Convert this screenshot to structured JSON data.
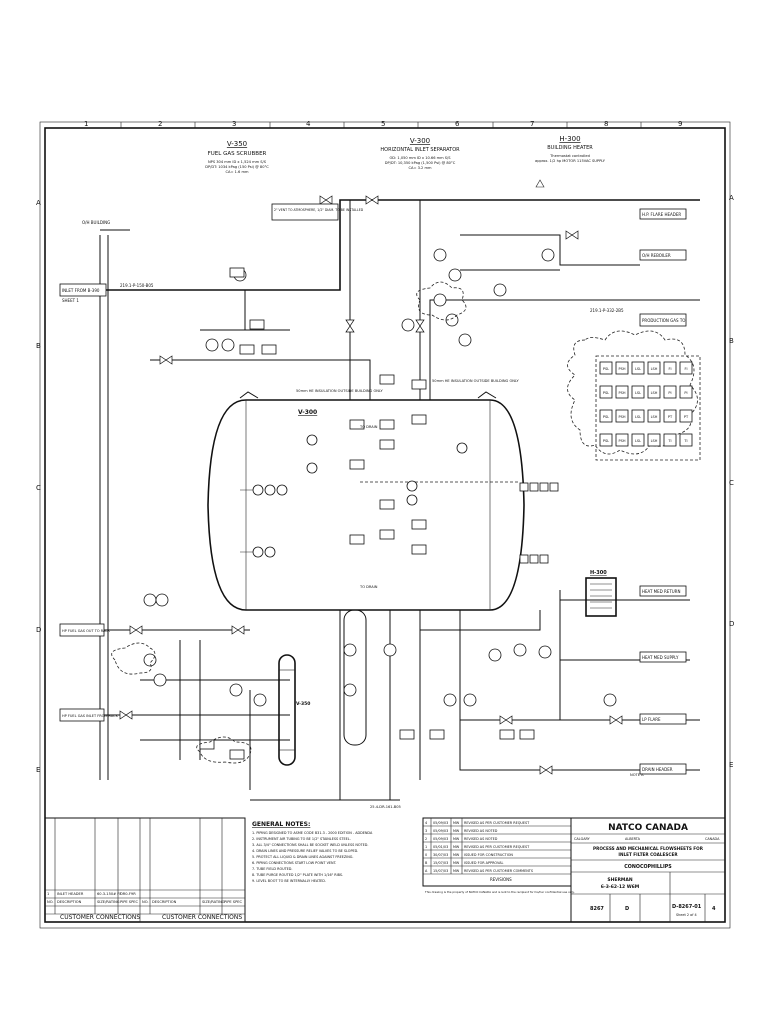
{
  "grid": {
    "columns": [
      "1",
      "2",
      "3",
      "4",
      "5",
      "6",
      "7",
      "8",
      "9"
    ],
    "rows": [
      "A",
      "B",
      "C",
      "D",
      "E"
    ]
  },
  "equipment": {
    "v350": {
      "tag": "V-350",
      "title": "FUEL GAS SCRUBBER",
      "spec1": "NPS 304 mm ID x 1,524 mm S/S",
      "spec2": "DP/DT: 1034 kPag (150 Psi) @ 80°C",
      "spec3": "CA= 1.6 mm"
    },
    "v300": {
      "tag": "V-300",
      "title": "HORIZONTAL INLET SEPARATOR",
      "spec1": "OD: 1,050 mm ID x 10.66 mm S/S",
      "spec2": "DP/DT: 10,350 kPag (1,500 Psi) @ 80°C",
      "spec3": "CA= 3.2 mm"
    },
    "h300": {
      "tag": "H-300",
      "title": "BUILDING HEATER",
      "spec1": "Thermostat controlled",
      "spec2": "approx. 1/2 hp MOTOR 115VAC SUPPLY"
    },
    "vessel_label": "V-300",
    "heater_label": "H-300",
    "scrubber_label": "V-350"
  },
  "lines": {
    "inlet_a": "INLET FROM B-390",
    "sheet": "SHEET 1",
    "line_main": "219.1-P-150-B05",
    "to_building": "O/H BUILDING",
    "hp_flare_header": "H.P. FLARE HEADER",
    "to_reboiler": "O/H REBOILER",
    "production_gas": "PRODUCTION GAS TO",
    "line_gas_out": "219.1-P-332-2B5",
    "heat_med_return": "HEAT MED RETURN",
    "heat_med_supply": "HEAT MED SUPPLY",
    "hp_fuel_gas_out": "HP FUEL GAS OUT TO RACK",
    "hp_fuel_gas_inlet": "HP FUEL GAS INLET FROM RACK",
    "to_drain": "TO DRAIN",
    "drain_header": "DRAIN HEADER",
    "lp_flare": "LP FLARE",
    "note_a": "NOTE A",
    "insulation_note": "50mm HE INSULATION OUTSIDE BUILDING ONLY",
    "vent_note": "2\" VENT TO ATMOSPHERE, 1/2\" DIAM. TO BE INSTALLED",
    "line_ref_bottom": "25.4-DR-161-B05"
  },
  "general_notes": {
    "title": "GENERAL NOTES:",
    "items": [
      "1. PIPING DESIGNED TO ASME CODE B31.3 - 2000 EDITION - ADDENDA",
      "2. INSTRUMENT AIR TUBING TO BE 1/2\" STAINLESS STEEL.",
      "3. ALL 3/4\" CONNECTIONS SHALL BE SOCKET WELD UNLESS NOTED.",
      "4. DRAIN LINES AND PRESSURE RELIEF VALVES TO BE SLOPED.",
      "5. PROTECT ALL LIQUID & DRAIN LINES AGAINST FREEZING.",
      "6. PIPING CONNECTIONS START LOW POINT VENT.",
      "7. TUBE FIELD ROUTED.",
      "8. TUBE PURGE ROUTED 1/2\" PLATE WITH 1/16\" RIBS.",
      "9. LEVEL BOOT TO BE INTERNALLY HEATED."
    ]
  },
  "customer_connections": {
    "headers": [
      "NO.",
      "DESCRIPTION",
      "SIZE/RATING",
      "PIPE SPEC",
      "NO.",
      "DESCRIPTION",
      "SIZE/RATING",
      "PIPE SPEC"
    ],
    "row1": [
      "1",
      "INLET HEADER",
      "60.3-150# FF",
      "DR0-F9R"
    ],
    "footer_left": "CUSTOMER CONNECTIONS",
    "footer_right": "CUSTOMER CONNECTIONS"
  },
  "revisions": {
    "rows": [
      [
        "4",
        "05/09/03",
        "MW",
        "REVISED AS PER CUSTOMER REQUEST"
      ],
      [
        "3",
        "05/09/03",
        "MW",
        "REVISED AS NOTED"
      ],
      [
        "2",
        "05/09/03",
        "MW",
        "REVISED AS NOTED"
      ],
      [
        "1",
        "05/01/03",
        "MW",
        "REVISED AS PER CUSTOMER REQUEST"
      ],
      [
        "0",
        "30/07/03",
        "MW",
        "ISSUED FOR CONSTRUCTION"
      ],
      [
        "B",
        "15/07/03",
        "MW",
        "ISSUED FOR APPROVAL"
      ],
      [
        "A",
        "15/07/03",
        "MW",
        "REVISED AS PER CUSTOMER COMMENTS"
      ]
    ],
    "header": "REVISIONS",
    "disclaimer": "This drawing is the property of NATCO CANADA and is lent to the recipient for his/her confidential use only."
  },
  "title_block": {
    "company": "NATCO CANADA",
    "city": "CALGARY",
    "province": "ALBERTA",
    "country": "CANADA",
    "drawing_title_1": "PROCESS AND MECHANICAL FLOWSHEETS FOR",
    "drawing_title_2": "INLET FILTER COALESCER",
    "client": "CONOCOPHILLIPS",
    "location": "SHERMAN",
    "lsd": "6-3-62-12 W6M",
    "job_no": "8267",
    "size": "D",
    "dwg_no": "D-8267-01",
    "sheet": "Sheet 2 of 4",
    "rev": "4"
  },
  "legend_box": {
    "rows": [
      [
        "PSL",
        "PSH",
        "LSL",
        "LSH",
        "FI",
        "FI"
      ],
      [
        "PSL",
        "PSH",
        "LSL",
        "LSH",
        "PI",
        "PI"
      ],
      [
        "PSL",
        "PSH",
        "LSL",
        "LSH",
        "PT",
        "PT"
      ],
      [
        "PSL",
        "PSH",
        "LSL",
        "LSH",
        "TI",
        "TI"
      ]
    ]
  }
}
